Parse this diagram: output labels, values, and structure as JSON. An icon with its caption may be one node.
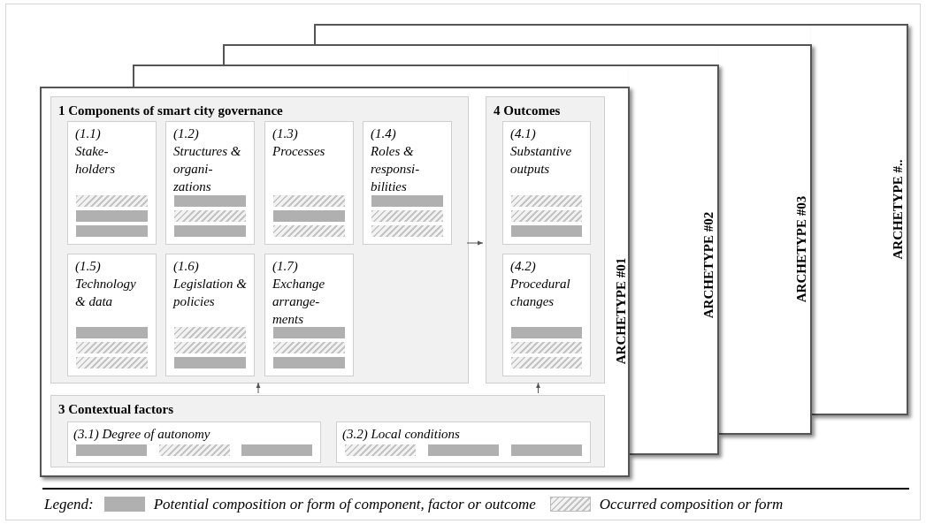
{
  "diagram": {
    "nodes": [
      {
        "text": [
          "ARCHETYPE #01"
        ]
      },
      {
        "text": [
          "1 Components of smart city governance"
        ],
        "in": 0
      },
      {
        "text": [
          "(1.1)",
          "Stake- holders"
        ],
        "in": 1
      },
      {
        "text": [
          "(1.2)",
          "Structures & organi- zations"
        ],
        "in": 1
      },
      {
        "text": [
          "(1.3)",
          "Processes"
        ],
        "in": 1
      },
      {
        "text": [
          "(1.4)",
          "Roles & responsi- bilities"
        ],
        "in": 1
      },
      {
        "text": [
          "(1.5)",
          "Technology & data"
        ],
        "in": 1
      },
      {
        "text": [
          "(1.6)",
          "Legislation & policies"
        ],
        "in": 1
      },
      {
        "text": [
          "(1.7)",
          "Exchange arrange- ments"
        ],
        "in": 1
      },
      {
        "text": [
          "4 Outcomes"
        ],
        "in": 0
      },
      {
        "text": [
          "(4.1)",
          "Substantive outputs"
        ],
        "in": 9
      },
      {
        "text": [
          "(4.2)",
          "Procedural changes"
        ],
        "in": 9
      },
      {
        "text": [
          "3 Contextual factors"
        ],
        "in": 0
      },
      {
        "text": [
          "(3.1) Degree of autonomy"
        ],
        "in": 12
      },
      {
        "text": [
          "(3.2) Local conditions"
        ],
        "in": 12
      },
      {
        "text": [
          "ARCHETYPE #02"
        ]
      },
      {
        "text": [
          "ARCHETYPE #03"
        ]
      },
      {
        "text": [
          "ARCHETYPE #.."
        ]
      }
    ],
    "edges": [
      {
        "from": 1,
        "to": 9,
        "arrow": "to"
      },
      {
        "from": 12,
        "to": 1,
        "arrow": "to"
      },
      {
        "from": 12,
        "to": 9,
        "arrow": "to"
      }
    ],
    "labels": [
      "Legend:"
    ],
    "legend": [
      {
        "text": "Potential composition or form of component, factor or outcome",
        "color": "#b0b0b0"
      },
      {
        "text": "Occurred composition or form"
      }
    ]
  }
}
